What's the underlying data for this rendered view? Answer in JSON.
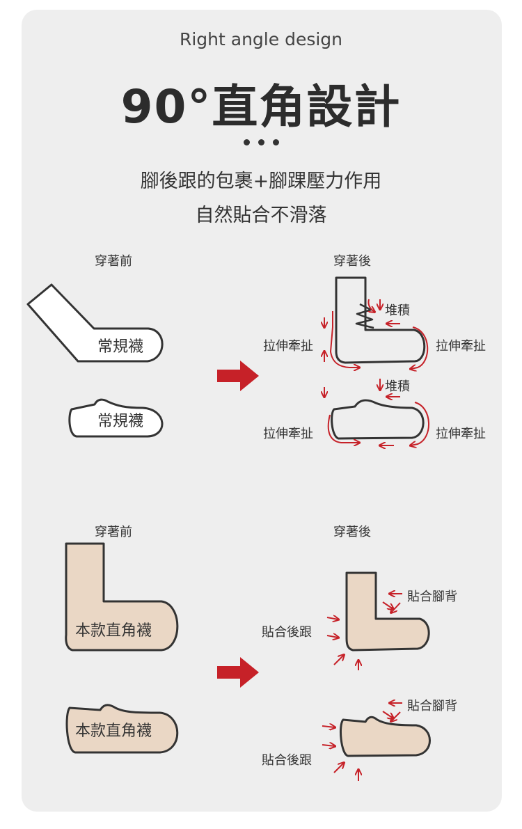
{
  "header": {
    "subtitle": "Right angle design",
    "title": "90°直角設計",
    "line1": "腳後跟的包裹+腳踝壓力作用",
    "line2": "自然貼合不滑落"
  },
  "section_regular": {
    "before_label": "穿著前",
    "after_label": "穿著後",
    "crew_sock_label": "常規襪",
    "low_sock_label": "常規襪",
    "pile_up": "堆積",
    "pull": "拉伸牽扯"
  },
  "section_right_angle": {
    "before_label": "穿著前",
    "after_label": "穿著後",
    "crew_sock_label": "本款直角襪",
    "low_sock_label": "本款直角襪",
    "fit_instep": "貼合腳背",
    "fit_heel": "貼合後跟"
  },
  "colors": {
    "card_background": "#eeeeee",
    "arrow_red": "#c62128",
    "sock_beige": "#ead7c5",
    "outline": "#333333"
  }
}
